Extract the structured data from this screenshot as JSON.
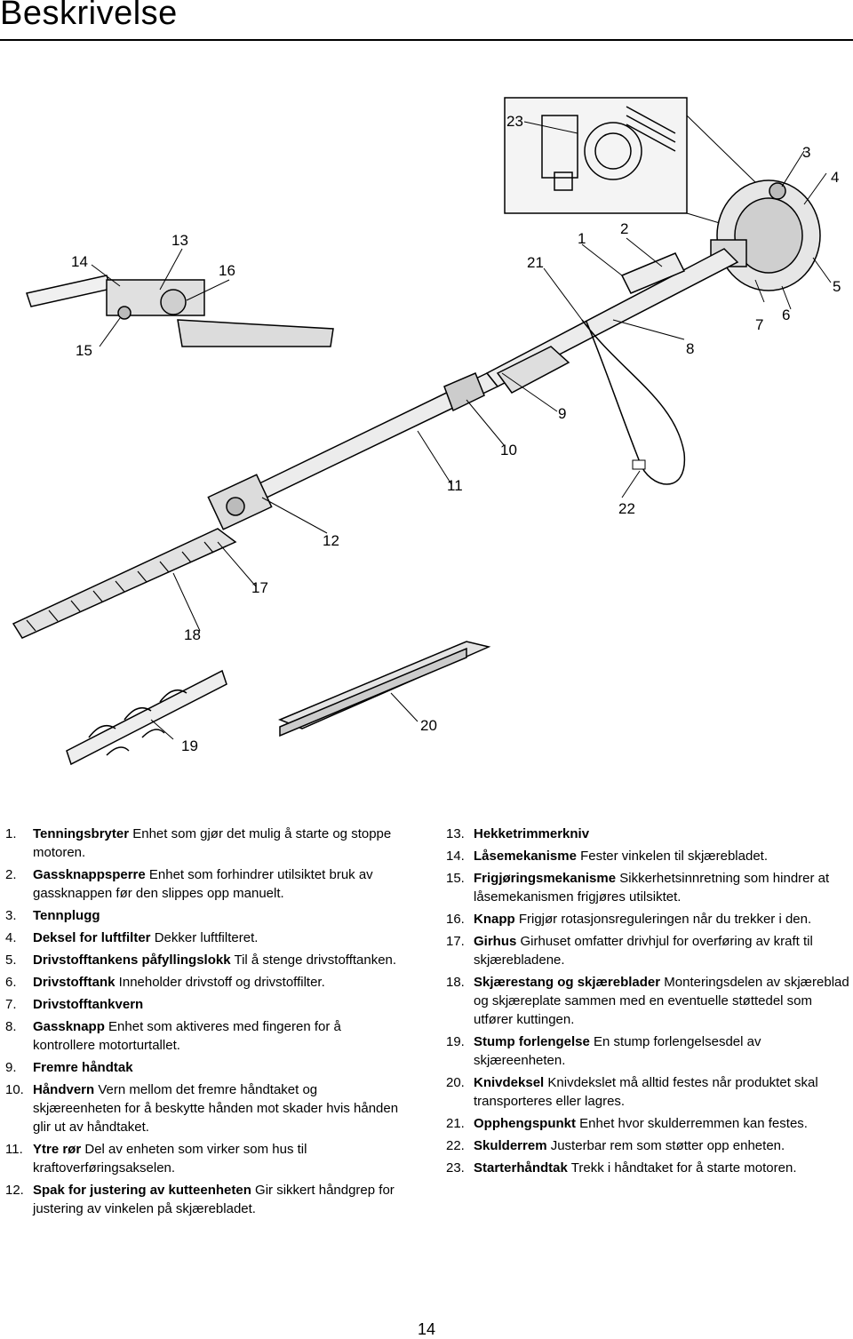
{
  "page": {
    "title": "Beskrivelse",
    "page_number": "14"
  },
  "figure": {
    "callouts": [
      "1",
      "2",
      "3",
      "4",
      "5",
      "6",
      "7",
      "8",
      "9",
      "10",
      "11",
      "12",
      "13",
      "14",
      "15",
      "16",
      "17",
      "18",
      "19",
      "20",
      "21",
      "22",
      "23"
    ]
  },
  "list_left": [
    {
      "num": "1.",
      "term": "Tenningsbryter",
      "text": " Enhet som gjør det mulig å starte og stoppe motoren."
    },
    {
      "num": "2.",
      "term": "Gassknappsperre",
      "text": " Enhet som forhindrer utilsiktet bruk av gassknappen før den slippes opp manuelt."
    },
    {
      "num": "3.",
      "term": "Tennplugg",
      "text": ""
    },
    {
      "num": "4.",
      "term": "Deksel for luftfilter",
      "text": " Dekker luftfilteret."
    },
    {
      "num": "5.",
      "term": "Drivstofftankens påfyllingslokk",
      "text": " Til å stenge drivstofftanken."
    },
    {
      "num": "6.",
      "term": "Drivstofftank",
      "text": " Inneholder drivstoff og drivstoffilter."
    },
    {
      "num": "7.",
      "term": "Drivstofftankvern",
      "text": ""
    },
    {
      "num": "8.",
      "term": "Gassknapp",
      "text": " Enhet som aktiveres med fingeren for å kontrollere motorturtallet."
    },
    {
      "num": "9.",
      "term": "Fremre håndtak",
      "text": ""
    },
    {
      "num": "10.",
      "term": "Håndvern",
      "text": " Vern mellom det fremre håndtaket og skjæreenheten for å beskytte hånden mot skader hvis hånden glir ut av håndtaket."
    },
    {
      "num": "11.",
      "term": "Ytre rør",
      "text": " Del av enheten som virker som hus til kraftoverføringsakselen."
    },
    {
      "num": "12.",
      "term": "Spak for justering av kutteenheten",
      "text": " Gir sikkert håndgrep for justering av vinkelen på skjærebladet."
    }
  ],
  "list_right": [
    {
      "num": "13.",
      "term": "Hekketrimmerkniv",
      "text": ""
    },
    {
      "num": "14.",
      "term": "Låsemekanisme",
      "text": " Fester vinkelen til skjærebladet."
    },
    {
      "num": "15.",
      "term": "Frigjøringsmekanisme",
      "text": " Sikkerhetsinnretning som hindrer at låsemekanismen frigjøres utilsiktet."
    },
    {
      "num": "16.",
      "term": "Knapp",
      "text": " Frigjør rotasjonsreguleringen når du trekker i den."
    },
    {
      "num": "17.",
      "term": "Girhus",
      "text": " Girhuset omfatter drivhjul for overføring av kraft til skjærebladene."
    },
    {
      "num": "18.",
      "term": "Skjærestang og skjæreblader",
      "text": " Monteringsdelen av skjæreblad og skjæreplate sammen med en eventuelle støttedel som utfører kuttingen."
    },
    {
      "num": "19.",
      "term": "Stump forlengelse",
      "text": " En stump forlengelsesdel av skjæreenheten."
    },
    {
      "num": "20.",
      "term": "Knivdeksel",
      "text": " Knivdekslet må alltid festes når produktet skal transporteres eller lagres."
    },
    {
      "num": "21.",
      "term": "Opphengspunkt",
      "text": " Enhet hvor skulderremmen kan festes."
    },
    {
      "num": "22.",
      "term": "Skulderrem",
      "text": " Justerbar rem som støtter opp enheten."
    },
    {
      "num": "23.",
      "term": "Starterhåndtak",
      "text": " Trekk i håndtaket for å starte motoren."
    }
  ]
}
